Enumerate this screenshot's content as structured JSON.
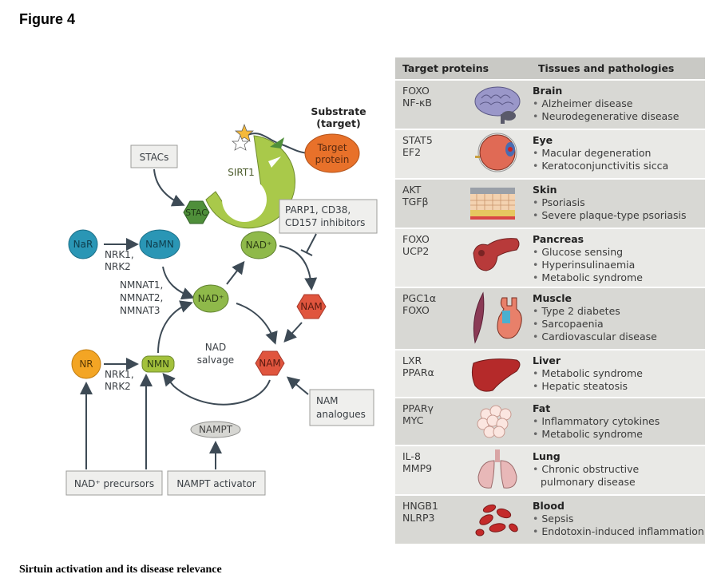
{
  "figure_title": "Figure 4",
  "caption": "Sirtuin activation and its disease relevance",
  "diagram": {
    "substrate_label_1": "Substrate",
    "substrate_label_2": "(target)",
    "target_protein_1": "Target",
    "target_protein_2": "protein",
    "sirt1": "SIRT1",
    "stacs_box": "STACs",
    "stac": "STAC",
    "inhibitors_1": "PARP1, CD38,",
    "inhibitors_2": "CD157 inhibitors",
    "nar": "NaR",
    "namn": "NaMN",
    "nrk_top_1": "NRK1,",
    "nrk_top_2": "NRK2",
    "nmnat_1": "NMNAT1,",
    "nmnat_2": "NMNAT2,",
    "nmnat_3": "NMNAT3",
    "nad_top": "NAD⁺",
    "nad_mid": "NAD⁺",
    "nam_right": "NAM",
    "nam_bottom": "NAM",
    "nad_salvage_1": "NAD",
    "nad_salvage_2": "salvage",
    "nr": "NR",
    "nmn": "NMN",
    "nrk_bot_1": "NRK1,",
    "nrk_bot_2": "NRK2",
    "nampt": "NAMPT",
    "nam_analogues_1": "NAM",
    "nam_analogues_2": "analogues",
    "nad_precursors": "NAD⁺ precursors",
    "nampt_activator": "NAMPT activator",
    "colors": {
      "sirt1": "#a9c94a",
      "stac": "#4f8f3a",
      "target": "#e8712a",
      "nar": "#2a96b5",
      "nad": "#8fb94a",
      "nam": "#e0553e",
      "nr": "#f3a524",
      "nmn": "#a3c13c",
      "nampt": "#d6d6d2",
      "arrow": "#3d4a55"
    }
  },
  "table": {
    "header": {
      "col1": "Target proteins",
      "col2": "Tissues and pathologies"
    },
    "rows": [
      {
        "proteins": [
          "FOXO",
          "NF-κB"
        ],
        "icon": "brain-icon",
        "tissue": "Brain",
        "pathologies": [
          "Alzheimer disease",
          "Neurodegenerative disease"
        ]
      },
      {
        "proteins": [
          "STAT5",
          "EF2"
        ],
        "icon": "eye-icon",
        "tissue": "Eye",
        "pathologies": [
          "Macular degeneration",
          "Keratoconjunctivitis sicca"
        ]
      },
      {
        "proteins": [
          "AKT",
          "TGFβ"
        ],
        "icon": "skin-icon",
        "tissue": "Skin",
        "pathologies": [
          "Psoriasis",
          "Severe plaque-type psoriasis"
        ]
      },
      {
        "proteins": [
          "FOXO",
          "UCP2"
        ],
        "icon": "pancreas-icon",
        "tissue": "Pancreas",
        "pathologies": [
          "Glucose sensing",
          "Hyperinsulinaemia",
          "Metabolic syndrome"
        ]
      },
      {
        "proteins": [
          "PGC1α",
          "FOXO"
        ],
        "icon": "muscle-heart-icon",
        "tissue": "Muscle",
        "pathologies": [
          "Type 2 diabetes",
          "Sarcopaenia",
          "Cardiovascular disease"
        ]
      },
      {
        "proteins": [
          "LXR",
          "PPARα"
        ],
        "icon": "liver-icon",
        "tissue": "Liver",
        "pathologies": [
          "Metabolic syndrome",
          "Hepatic steatosis"
        ]
      },
      {
        "proteins": [
          "PPARγ",
          "MYC"
        ],
        "icon": "fat-icon",
        "tissue": "Fat",
        "pathologies": [
          "Inflammatory cytokines",
          "Metabolic syndrome"
        ]
      },
      {
        "proteins": [
          "IL-8",
          "MMP9"
        ],
        "icon": "lung-icon",
        "tissue": "Lung",
        "pathologies": [
          "Chronic obstructive",
          "pulmonary disease"
        ]
      },
      {
        "proteins": [
          "HNGB1",
          "NLRP3"
        ],
        "icon": "blood-icon",
        "tissue": "Blood",
        "pathologies": [
          "Sepsis",
          "Endotoxin-induced inflammation"
        ]
      }
    ]
  }
}
